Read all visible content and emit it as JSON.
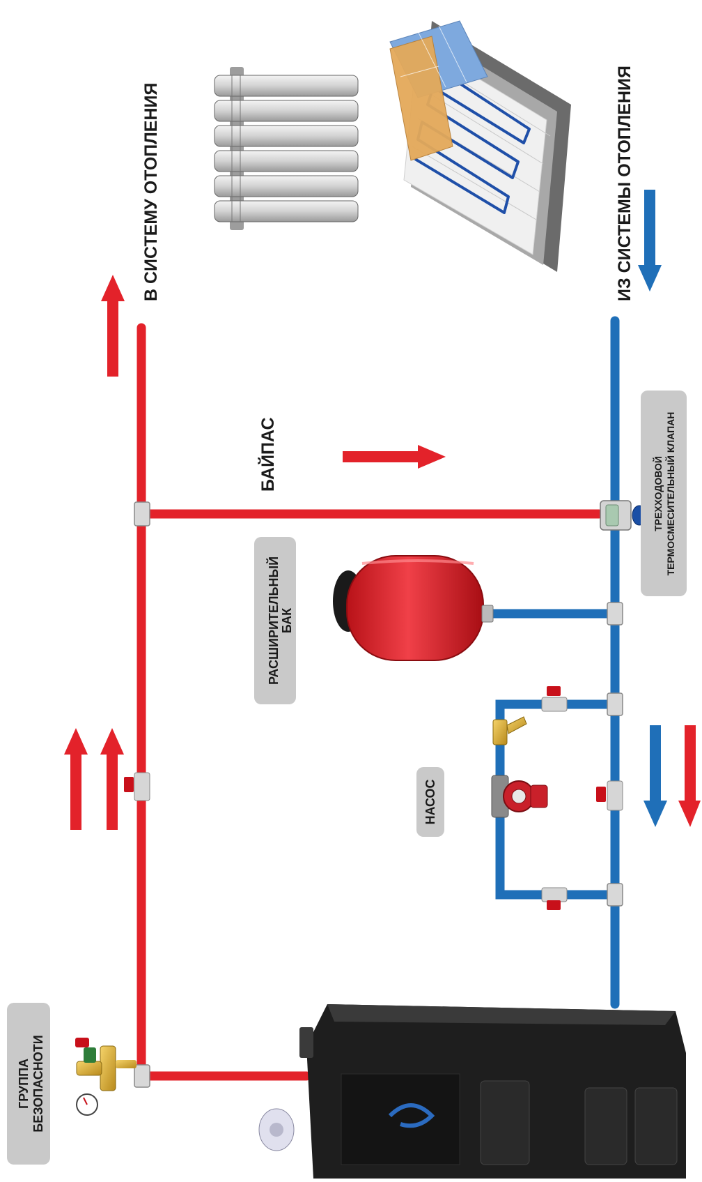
{
  "labels": {
    "to_system": "В СИСТЕМУ ОТОПЛЕНИЯ",
    "from_system": "ИЗ СИСТЕМЫ ОТОПЛЕНИЯ",
    "bypass": "БАЙПАС",
    "valve_line1": "ТРЕХХОДОВОЙ",
    "valve_line2": "ТЕРМОСМЕСИТЕЛЬНЫЙ КЛАПАН",
    "tank_line1": "РАСШИРИТЕЛЬНЫЙ",
    "tank_line2": "БАК",
    "pump": "НАСОС",
    "safety_line1": "ГРУППА",
    "safety_line2": "БЕЗОПАСНОТИ"
  },
  "colors": {
    "hot_pipe": "#e3222a",
    "cold_pipe": "#1f6fb8",
    "label_box": "#c9c9c9",
    "boiler": "#1e1e1e"
  },
  "icons": {
    "radiator": "radiator-icon",
    "floor_heating": "underfloor-heating-icon",
    "boiler": "solid-fuel-boiler-icon",
    "tank": "expansion-tank-icon",
    "pump": "circulation-pump-icon",
    "valve": "three-way-mixing-valve-icon",
    "safety": "safety-group-icon"
  }
}
